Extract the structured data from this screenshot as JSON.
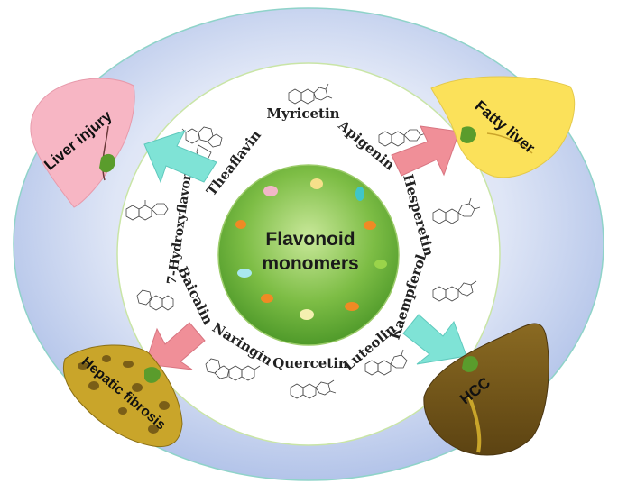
{
  "center": {
    "line1": "Flavonoid",
    "line2": "monomers"
  },
  "compounds": [
    {
      "name": "Myricetin"
    },
    {
      "name": "Apigenin"
    },
    {
      "name": "Hesperetin"
    },
    {
      "name": "Kaempferol"
    },
    {
      "name": "Luteolin"
    },
    {
      "name": "Quercetin"
    },
    {
      "name": "Naringin"
    },
    {
      "name": "Baicalin"
    },
    {
      "name": "7-Hydroxyflavone"
    },
    {
      "name": "Theaflavin"
    }
  ],
  "diseases": {
    "liver_injury": "Liver injury",
    "fatty_liver": "Fatty liver",
    "hcc": "HCC",
    "hepatic_fibrosis": "Hepatic fibrosis"
  },
  "colors": {
    "outer_ellipse": "#b7c6ea",
    "inner_ring": "#ffffff",
    "center_green": "#6fb640",
    "arrow_cyan": "#7fe3d6",
    "arrow_pink": "#f08f98",
    "liver_pink": "#f7b6c4",
    "liver_yellow": "#fbe15a",
    "liver_brown": "#7a5a1a",
    "liver_olive": "#c9a52a"
  }
}
